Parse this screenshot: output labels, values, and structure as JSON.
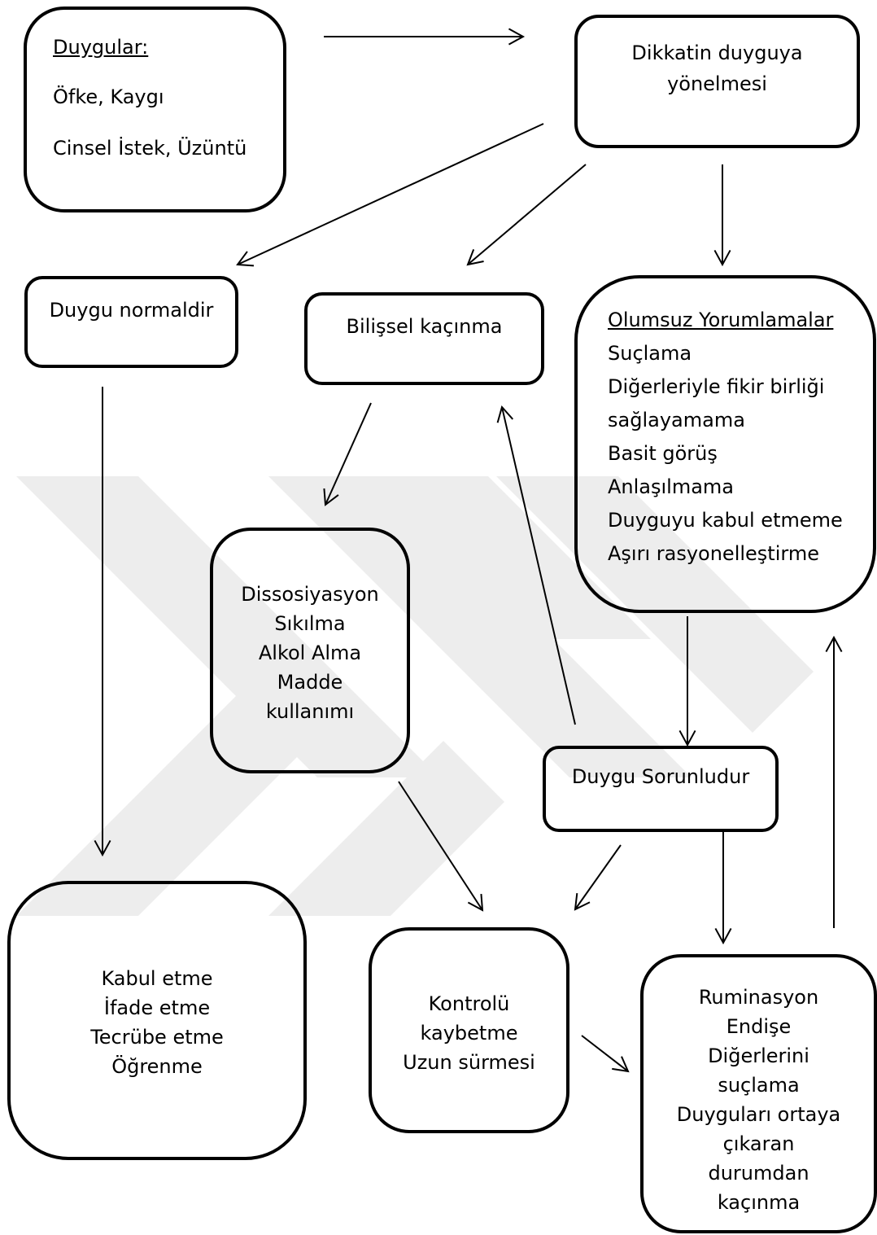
{
  "boxes": {
    "duygular": {
      "title": "Duygular:",
      "items": [
        "Öfke, Kaygı",
        "Cinsel İstek, Üzüntü"
      ]
    },
    "dikkat": {
      "lines": [
        "Dikkatin duyguya",
        "yönelmesi"
      ]
    },
    "normal": {
      "label": "Duygu normaldir"
    },
    "bilissel": {
      "label": "Bilişsel kaçınma"
    },
    "olumsuz": {
      "title": "Olumsuz Yorumlamalar",
      "items": [
        "Suçlama",
        "Diğerleriyle fikir birliği",
        "sağlayamama",
        "Basit görüş",
        "Anlaşılmama",
        "Duyguyu kabul etmeme",
        "Aşırı rasyonelleştirme"
      ]
    },
    "dissosiyasyon": {
      "lines": [
        "Dissosiyasyon",
        "Sıkılma",
        "Alkol Alma",
        "Madde",
        "kullanımı"
      ]
    },
    "sorunlu": {
      "label": "Duygu Sorunludur"
    },
    "kabul": {
      "lines": [
        "Kabul etme",
        "İfade etme",
        "Tecrübe etme",
        "Öğrenme"
      ]
    },
    "kontrol": {
      "lines": [
        "Kontrolü",
        "kaybetme",
        "Uzun sürmesi"
      ]
    },
    "ruminasyon": {
      "lines": [
        "Ruminasyon",
        "Endişe",
        "Diğerlerini",
        "suçlama",
        "Duyguları ortaya",
        "çıkaran",
        "durumdan",
        "kaçınma"
      ]
    }
  },
  "arrows": [
    {
      "from": "duygular",
      "to": "dikkat"
    },
    {
      "from": "dikkat",
      "to": "normal"
    },
    {
      "from": "dikkat",
      "to": "bilissel"
    },
    {
      "from": "dikkat",
      "to": "olumsuz"
    },
    {
      "from": "normal",
      "to": "kabul"
    },
    {
      "from": "bilissel",
      "to": "dissosiyasyon"
    },
    {
      "from": "sorunlu",
      "to": "bilissel"
    },
    {
      "from": "olumsuz",
      "to": "sorunlu"
    },
    {
      "from": "dissosiyasyon",
      "to": "kontrol"
    },
    {
      "from": "sorunlu",
      "to": "kontrol"
    },
    {
      "from": "sorunlu",
      "to": "ruminasyon"
    },
    {
      "from": "kontrol",
      "to": "ruminasyon"
    },
    {
      "from": "ruminasyon",
      "to": "olumsuz"
    }
  ]
}
